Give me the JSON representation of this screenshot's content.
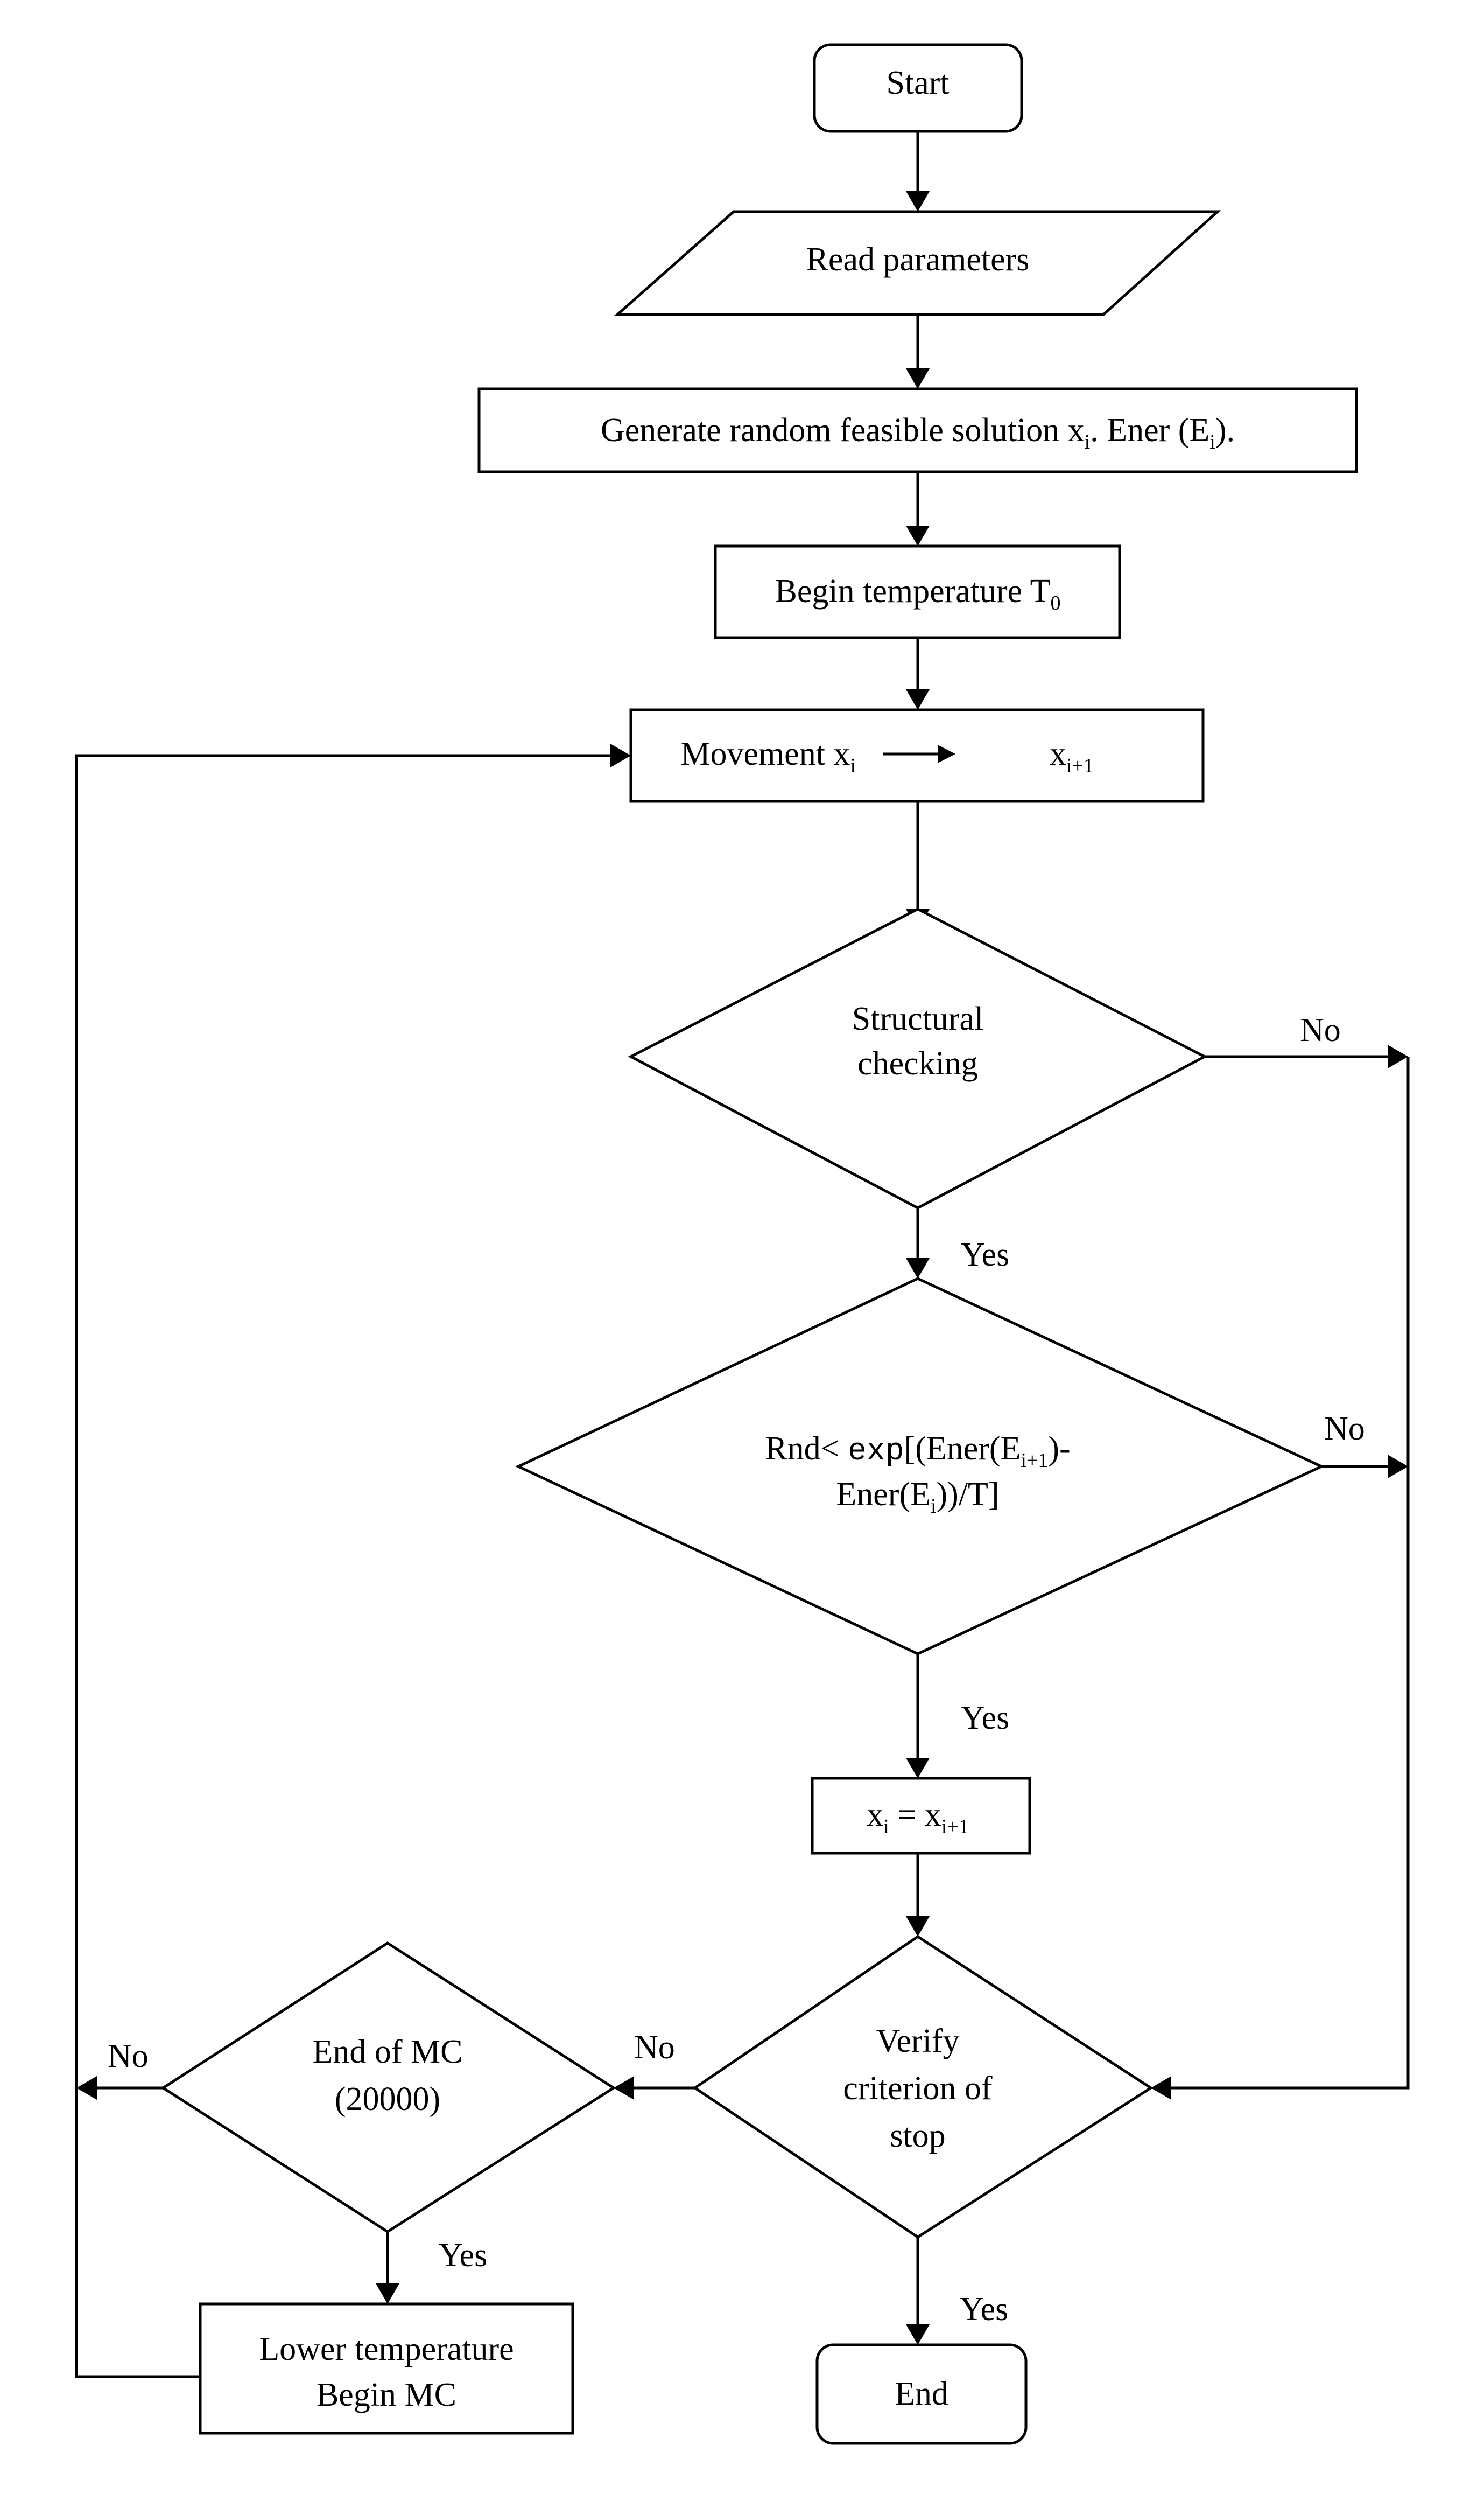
{
  "nodes": {
    "start": "Start",
    "read_parameters": "Read parameters",
    "generate": {
      "pre": "Generate random feasible solution x",
      "sub1": "i",
      "mid": ". Ener (E",
      "sub2": "i",
      "post": ")."
    },
    "begin_temperature": {
      "pre": "Begin temperature T",
      "sub": "0"
    },
    "movement": {
      "pre": "Movement x",
      "sub1": "i",
      "target": "x",
      "sub2": "i+1"
    },
    "structural_checking": {
      "line1": "Structural",
      "line2": "checking"
    },
    "acceptance": {
      "line1_pre": "Rnd< ",
      "line1_exp": "exp",
      "line1_mid": "[(Ener(E",
      "line1_sub": "i+1",
      "line1_post": ")-",
      "line2_pre": "Ener(E",
      "line2_sub": "i",
      "line2_post": "))/T]"
    },
    "update": {
      "lhs": "x",
      "lhs_sub": "i",
      "eq": " = x",
      "rhs_sub": "i+1"
    },
    "verify_stop": {
      "line1": "Verify",
      "line2": "criterion of",
      "line3": "stop"
    },
    "end_mc": {
      "line1": "End of MC",
      "line2": "(20000)"
    },
    "lower_temperature": {
      "line1": "Lower temperature",
      "line2": "Begin MC"
    },
    "end": "End"
  },
  "edge_labels": {
    "structural_no": "No",
    "structural_yes": "Yes",
    "acceptance_no": "No",
    "acceptance_yes": "Yes",
    "verify_no": "No",
    "verify_yes": "Yes",
    "end_mc_no": "No",
    "end_mc_yes": "Yes"
  }
}
